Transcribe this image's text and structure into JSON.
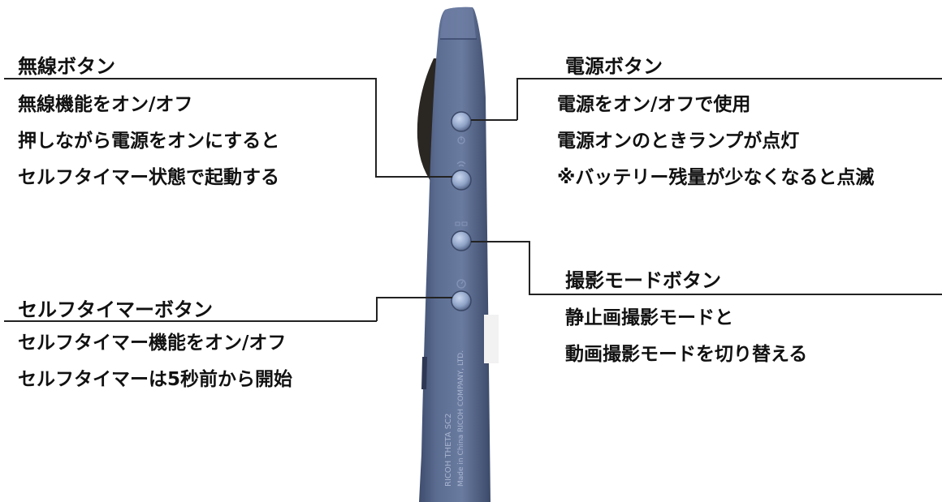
{
  "callouts": {
    "wireless": {
      "title": "無線ボタン",
      "lines": [
        "無線機能をオン/オフ",
        "押しながら電源をオンにすると",
        "セルフタイマー状態で起動する"
      ]
    },
    "power": {
      "title": "電源ボタン",
      "lines": [
        "電源をオン/オフで使用",
        "電源オンのときランプが点灯",
        "※バッテリー残量が少なくなると点滅"
      ]
    },
    "mode": {
      "title": "撮影モードボタン",
      "lines": [
        "静止画撮影モードと",
        "動画撮影モードを切り替える"
      ]
    },
    "selftimer": {
      "title": "セルフタイマーボタン",
      "lines": [
        "セルフタイマー機能をオン/オフ",
        "セルフタイマーは5秒前から開始"
      ]
    }
  },
  "device": {
    "body_color": "#5a6b8e",
    "button_color": "#8fa3c7",
    "side_imprint": [
      "RICOH THETA SC2",
      "Made in China RICOH COMPANY, LTD."
    ]
  }
}
